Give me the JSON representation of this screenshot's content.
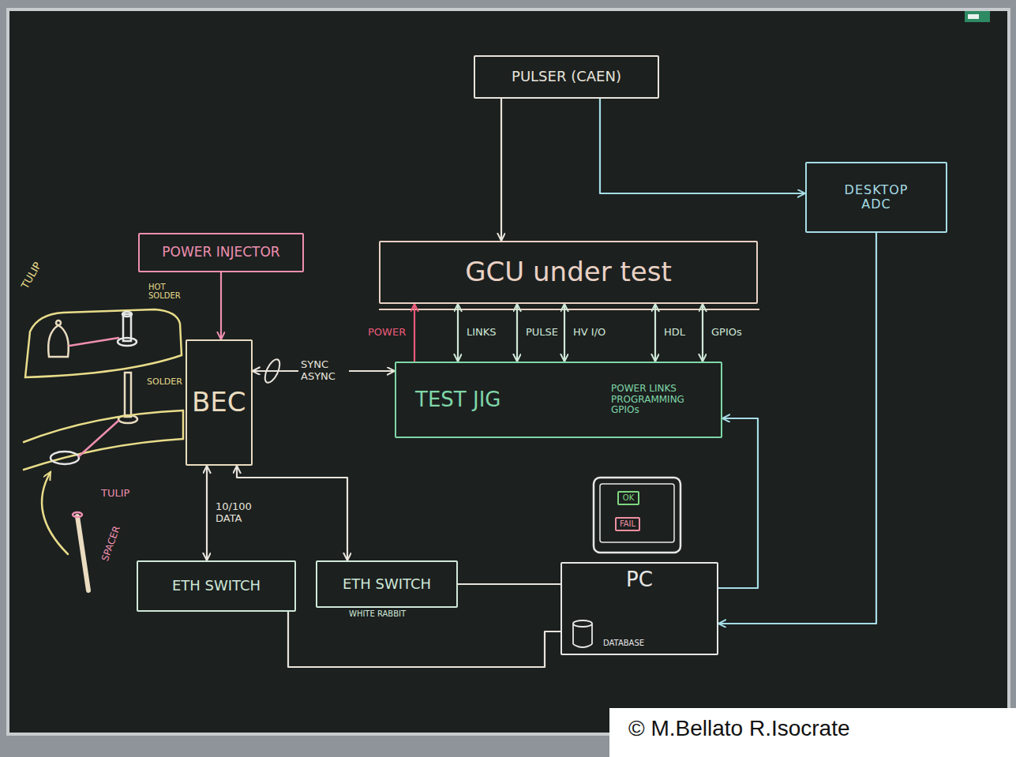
{
  "diagram": {
    "nodes": [
      {
        "text": [
          "PULSER (CAEN)"
        ]
      },
      {
        "text": [
          "DESKTOP ADC"
        ]
      },
      {
        "text": [
          "POWER INJECTOR"
        ]
      },
      {
        "text": [
          "GCU under test"
        ]
      },
      {
        "text": [
          "BEC"
        ]
      },
      {
        "text": [
          "TEST JIG",
          "POWER LINKS PROGRAMMING GPIOs"
        ]
      },
      {
        "text": [
          "OK"
        ]
      },
      {
        "text": [
          "FAIL"
        ]
      },
      {
        "text": [
          "ETH SWITCH"
        ]
      },
      {
        "text": [
          "ETH SWITCH",
          "WHITE RABBIT"
        ]
      },
      {
        "text": [
          "PC",
          "DATABASE"
        ]
      }
    ],
    "edges": [
      {
        "from": 0,
        "to": 3,
        "arrow": "to"
      },
      {
        "from": 0,
        "to": 1,
        "arrow": "to"
      },
      {
        "from": 1,
        "to": 10,
        "arrow": "to"
      },
      {
        "from": 2,
        "to": 4,
        "arrow": "to"
      },
      {
        "from": 4,
        "to": 5,
        "label": "SYNC ASYNC",
        "arrow": "both"
      },
      {
        "from": 5,
        "to": 3,
        "label": "POWER",
        "arrow": "to"
      },
      {
        "from": 5,
        "to": 3,
        "label": "LINKS",
        "arrow": "both"
      },
      {
        "from": 5,
        "to": 3,
        "label": "PULSE",
        "arrow": "both"
      },
      {
        "from": 5,
        "to": 3,
        "label": "HV I/O",
        "arrow": "both"
      },
      {
        "from": 5,
        "to": 3,
        "label": "HDL",
        "arrow": "both"
      },
      {
        "from": 5,
        "to": 3,
        "label": "GPIOs",
        "arrow": "both"
      },
      {
        "from": 10,
        "to": 5,
        "arrow": "to"
      },
      {
        "from": 4,
        "to": 8,
        "label": "10/100 DATA",
        "arrow": "both"
      },
      {
        "from": 4,
        "to": 9,
        "arrow": "both"
      },
      {
        "from": 8,
        "to": 10,
        "arrow": "none"
      },
      {
        "from": 9,
        "to": 10,
        "arrow": "none"
      }
    ],
    "labels": [
      "TULIP",
      "HOT SOLDER",
      "SOLDER",
      "TULIP",
      "SPACER",
      "© M.Bellato R.Isocrate"
    ]
  }
}
